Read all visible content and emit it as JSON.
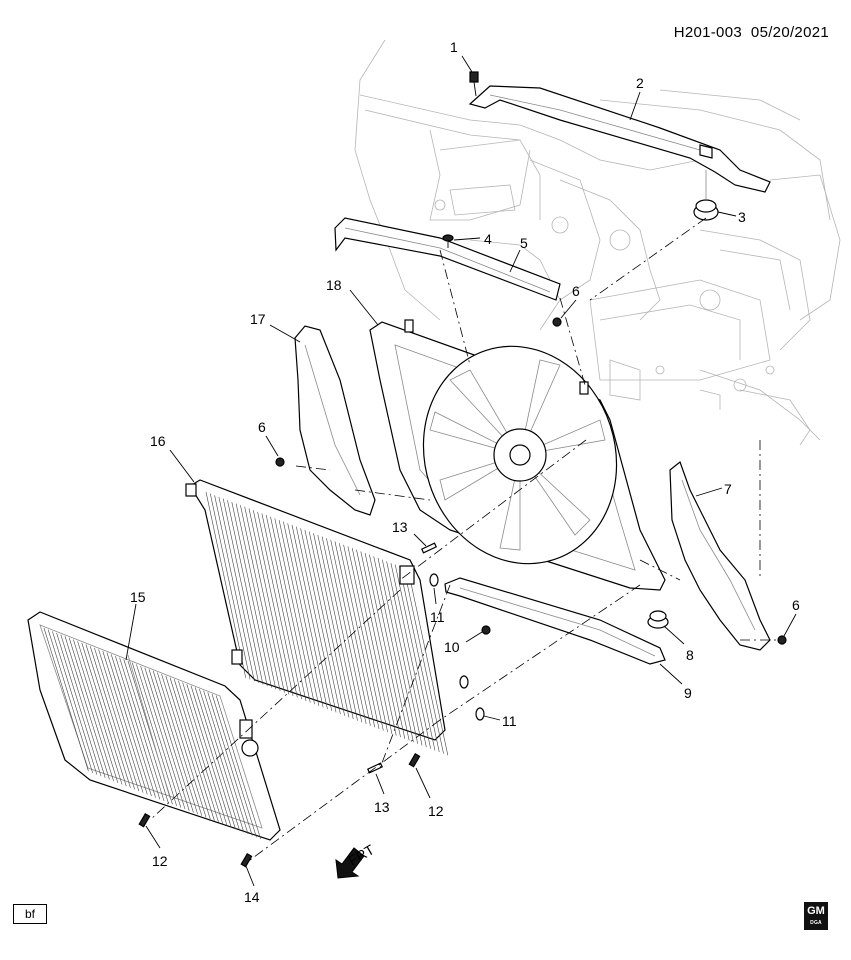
{
  "header": {
    "diagram_code": "H201-003",
    "date": "05/20/2021"
  },
  "footer": {
    "box_label": "bf",
    "logo_text": "GM",
    "logo_subtext": "DGA"
  },
  "direction": {
    "label": "FRT",
    "icon": "front-arrow-icon"
  },
  "callouts": {
    "c1": "1",
    "c2": "2",
    "c3": "3",
    "c4": "4",
    "c5": "5",
    "c6a": "6",
    "c6b": "6",
    "c6c": "6",
    "c7": "7",
    "c8": "8",
    "c9": "9",
    "c10": "10",
    "c11a": "11",
    "c11b": "11",
    "c12a": "12",
    "c12b": "12",
    "c13a": "13",
    "c13b": "13",
    "c14": "14",
    "c15": "15",
    "c16": "16",
    "c17": "17",
    "c18": "18"
  },
  "colors": {
    "ink": "#000000",
    "background": "#ffffff",
    "vehicle_body": "#b5b5b5"
  }
}
